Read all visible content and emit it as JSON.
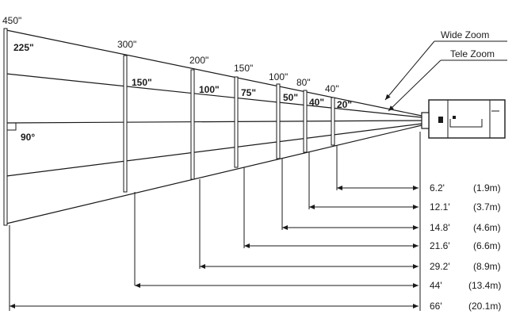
{
  "legend": {
    "wide_zoom": "Wide Zoom",
    "tele_zoom": "Tele Zoom"
  },
  "screens": [
    {
      "wide": "450\"",
      "tele": "225\""
    },
    {
      "wide": "300\"",
      "tele": "150\""
    },
    {
      "wide": "200\"",
      "tele": "100\""
    },
    {
      "wide": "150\"",
      "tele": "75\""
    },
    {
      "wide": "100\"",
      "tele": "50\""
    },
    {
      "wide": "80\"",
      "tele": "40\""
    },
    {
      "wide": "40\"",
      "tele": "20\""
    }
  ],
  "angle": "90°",
  "distances": [
    {
      "feet": "6.2'",
      "meters": "(1.9m)"
    },
    {
      "feet": "12.1'",
      "meters": "(3.7m)"
    },
    {
      "feet": "14.8'",
      "meters": "(4.6m)"
    },
    {
      "feet": "21.6'",
      "meters": "(6.6m)"
    },
    {
      "feet": "29.2'",
      "meters": "(8.9m)"
    },
    {
      "feet": "44'",
      "meters": "(13.4m)"
    },
    {
      "feet": "66'",
      "meters": "(20.1m)"
    }
  ]
}
